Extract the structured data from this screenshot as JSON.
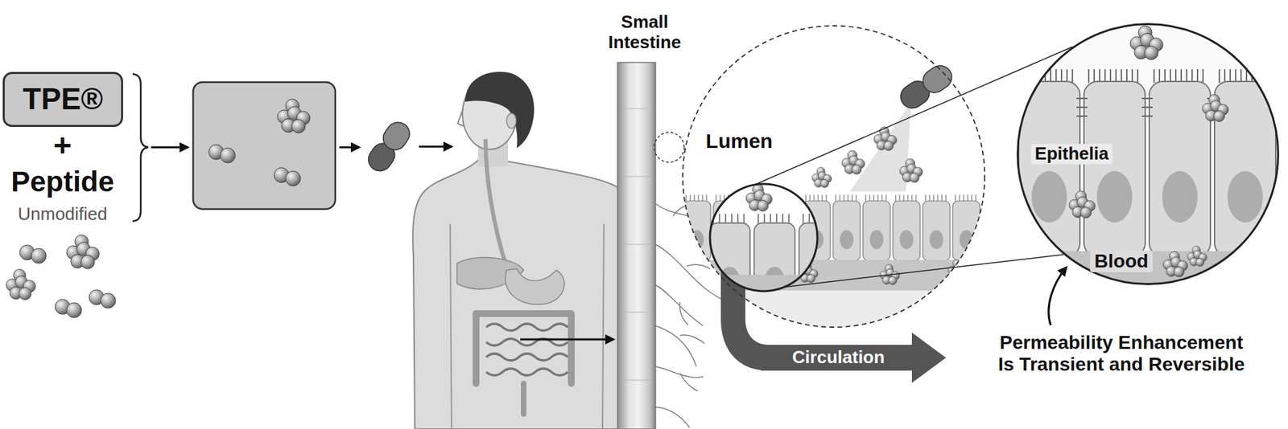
{
  "diagram": {
    "nodes": [
      {
        "text": [
          "TPE®"
        ]
      },
      {
        "text": [
          "Lumen"
        ]
      },
      {
        "text": [
          "Epithelia",
          "Blood"
        ]
      },
      {
        "text": [
          "Circulation"
        ]
      }
    ],
    "labels": [
      "+",
      "Peptide",
      "Unmodified",
      "Small Intestine",
      "Permeability Enhancement Is Transient and Reversible"
    ]
  }
}
